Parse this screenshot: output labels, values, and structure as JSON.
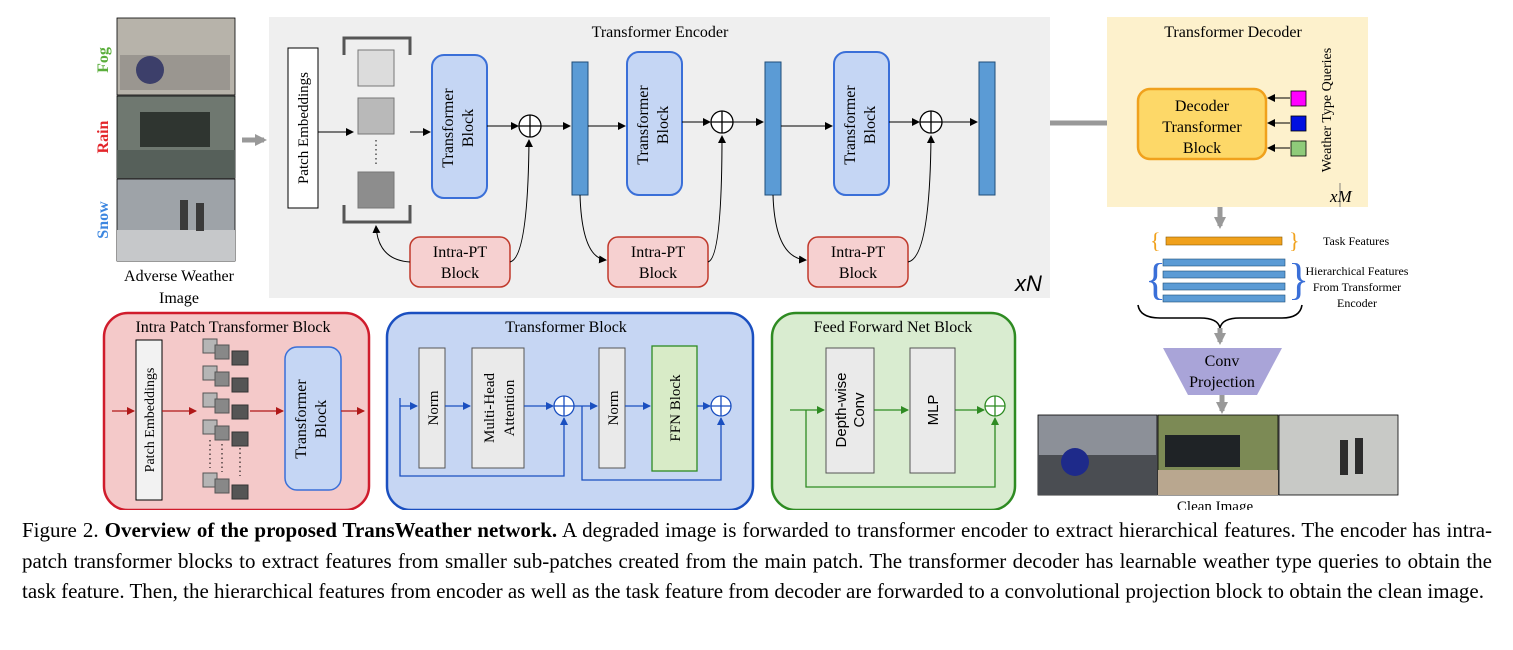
{
  "input": {
    "labels": [
      {
        "text": "Fog",
        "color": "#5bae3c"
      },
      {
        "text": "Rain",
        "color": "#e3262b"
      },
      {
        "text": "Snow",
        "color": "#3c86e0"
      }
    ],
    "caption_line1": "Adverse Weather",
    "caption_line2": "Image"
  },
  "encoder": {
    "title": "Transformer Encoder",
    "patch_embeddings": "Patch Embeddings",
    "transformer_block_line1": "Transformer",
    "transformer_block_line2": "Block",
    "intra_line1": "Intra-PT",
    "intra_line2": "Block",
    "repeat": "xN"
  },
  "decoder": {
    "title": "Transformer Decoder",
    "block_line1": "Decoder",
    "block_line2": "Transformer",
    "block_line3": "Block",
    "queries": "Weather Type Queries",
    "query_colors": [
      "#ff00ff",
      "#0010e0",
      "#8fcb7a"
    ],
    "repeat": "xM"
  },
  "features": {
    "task": "Task Features",
    "hier_line1": "Hierarchical Features",
    "hier_line2": "From Transformer",
    "hier_line3": "Encoder"
  },
  "projection": {
    "line1": "Conv",
    "line2": "Projection"
  },
  "output": {
    "caption": "Clean Image"
  },
  "intra_panel": {
    "title": "Intra Patch Transformer Block",
    "patch": "Patch  Embeddings",
    "block_line1": "Transformer",
    "block_line2": "Block"
  },
  "tb_panel": {
    "title": "Transformer Block",
    "norm1": "Norm",
    "mha_line1": "Multi-Head",
    "mha_line2": "Attention",
    "norm2": "Norm",
    "ffn": "FFN Block"
  },
  "ffn_panel": {
    "title": "Feed Forward Net Block",
    "dw_line1": "Depth-wise",
    "dw_line2": "Conv",
    "mlp": "MLP"
  },
  "caption": {
    "figure": "Figure 2.",
    "bold": "Overview of the proposed TransWeather network.",
    "text": "A degraded image is forwarded to transformer encoder to extract hierarchical features. The encoder has intra-patch transformer blocks to extract features from smaller sub-patches created from the main patch. The transformer decoder has learnable weather type queries to obtain the task feature. Then, the hierarchical features from encoder as well as the task feature from decoder are forwarded to a convolutional projection block to obtain the clean image."
  }
}
